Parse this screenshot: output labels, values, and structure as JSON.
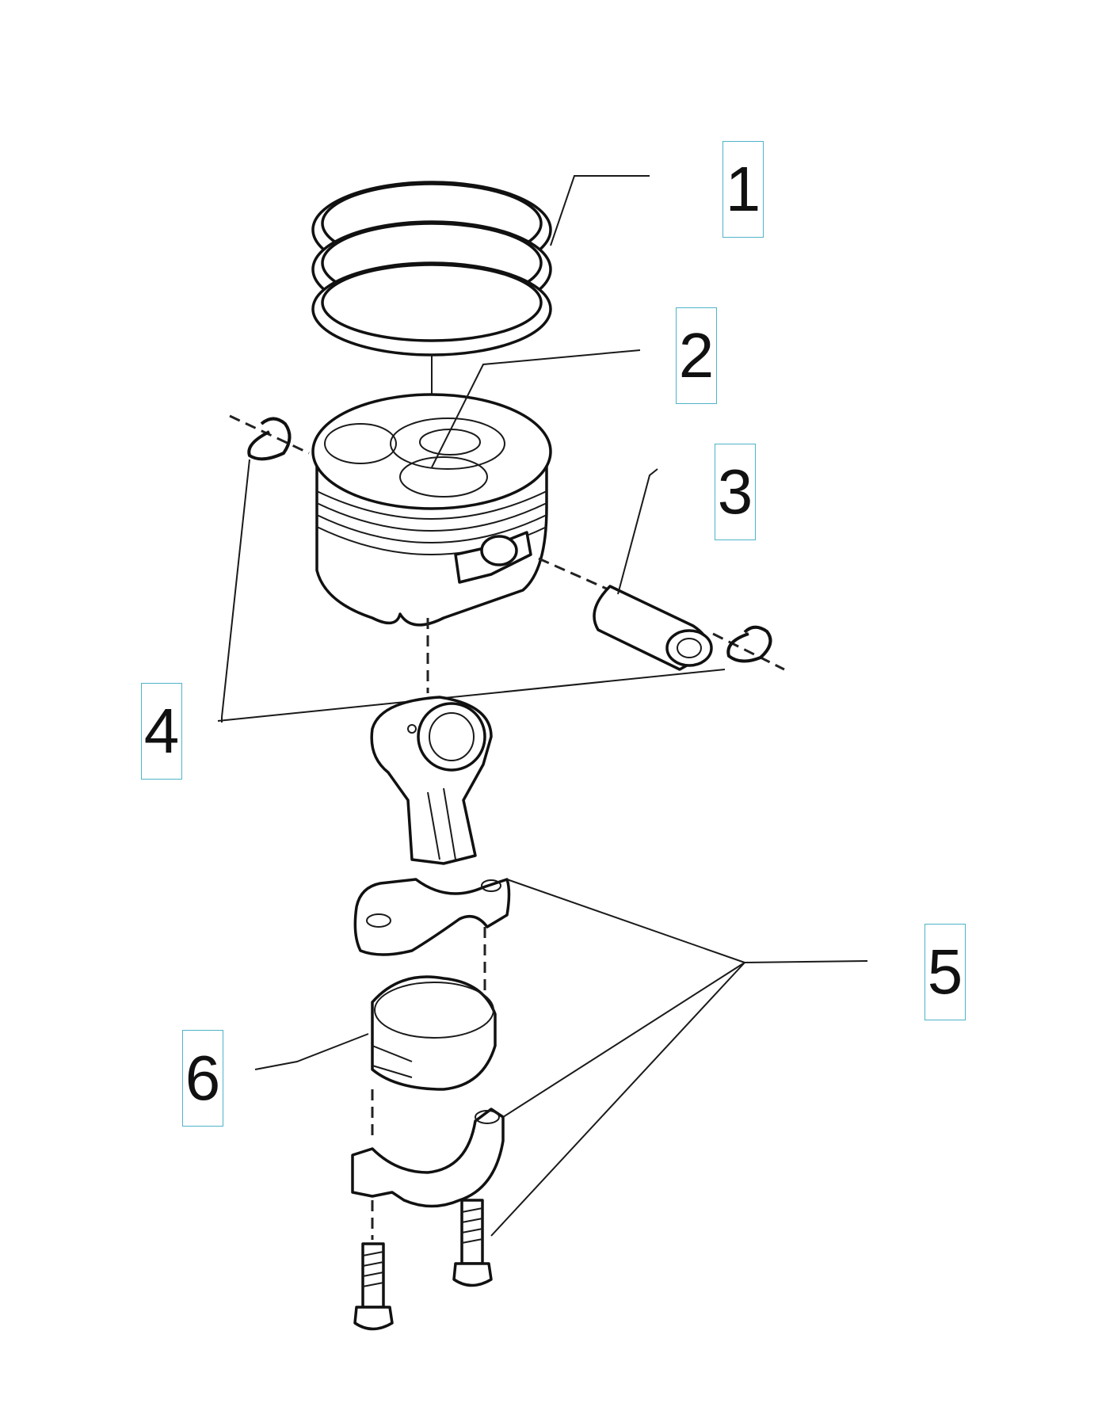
{
  "callouts": [
    {
      "id": "1",
      "label": "1"
    },
    {
      "id": "2",
      "label": "2"
    },
    {
      "id": "3",
      "label": "3"
    },
    {
      "id": "4",
      "label": "4"
    },
    {
      "id": "5",
      "label": "5"
    },
    {
      "id": "6",
      "label": "6"
    }
  ],
  "colors": {
    "callout_border": "#4fb3c8",
    "line_art": "#111111",
    "background": "#ffffff"
  }
}
